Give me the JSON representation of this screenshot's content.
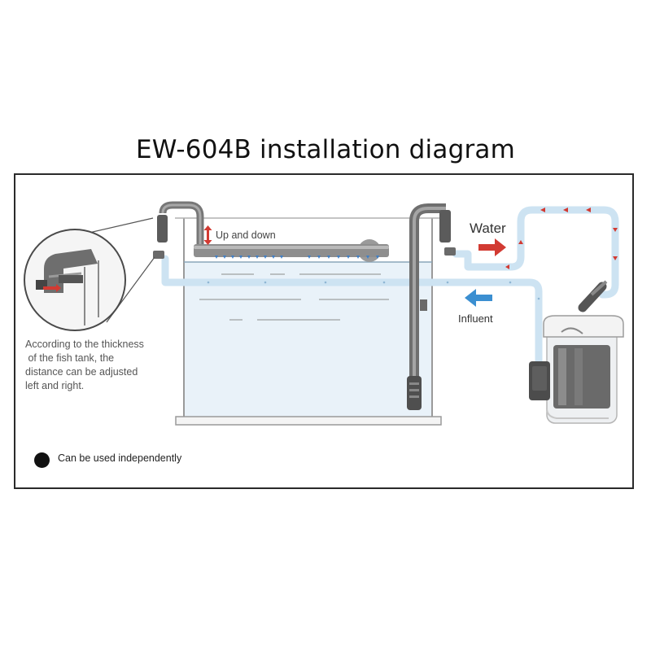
{
  "title": "EW-604B installation diagram",
  "labels": {
    "up_down": "Up and down",
    "water": "Water",
    "influent": "Influent",
    "legend": "Can be used independently"
  },
  "note_lines": [
    "According to the thickness",
    " of the fish tank, the",
    "distance can be adjusted",
    "left and right."
  ],
  "colors": {
    "pipe": "#cde3f2",
    "arrow": "#d23a32",
    "influent_arrow": "#3b8fd1",
    "device": "#555555",
    "drop": "#4a93d6"
  }
}
